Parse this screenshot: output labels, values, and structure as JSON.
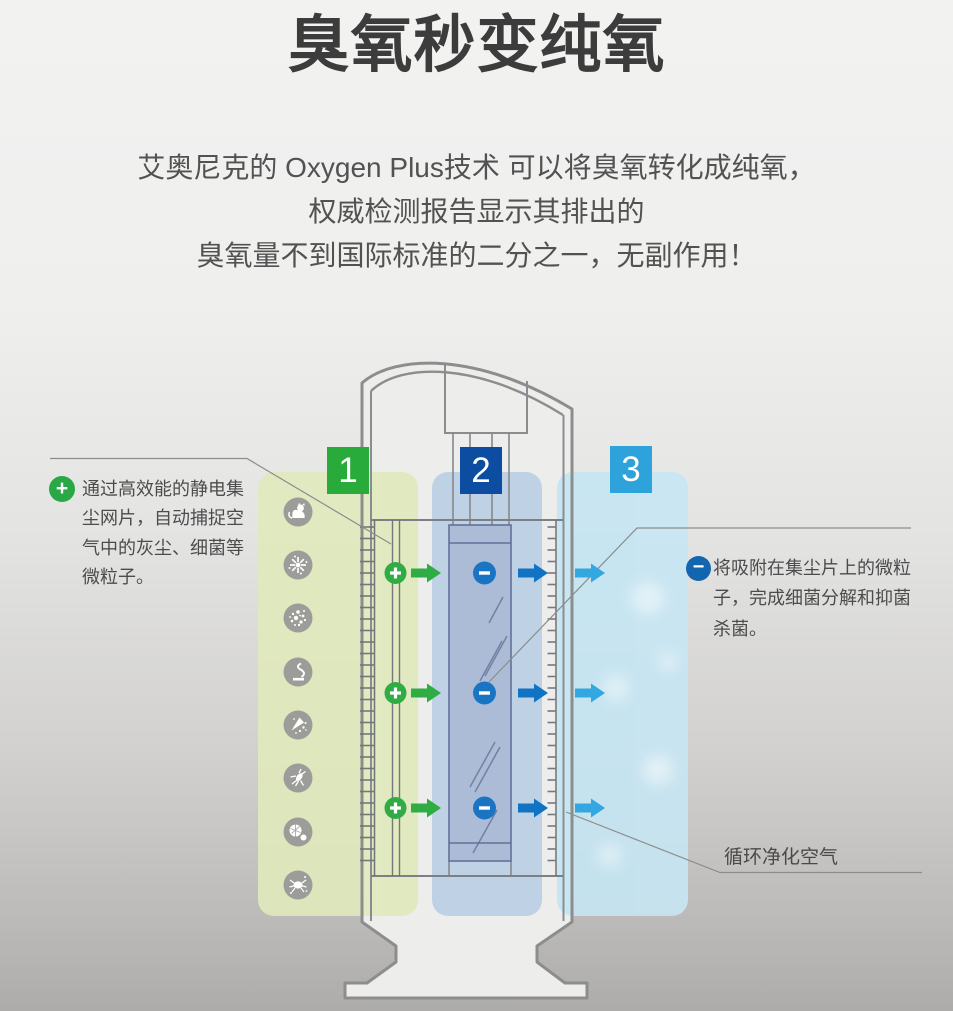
{
  "page": {
    "title": "臭氧秒变纯氧",
    "subtitle_lines": [
      "艾奥尼克的 Oxygen  Plus技术  可以将臭氧转化成纯氧，",
      "权威检测报告显示其排出的",
      "臭氧量不到国际标准的二分之一，无副作用！"
    ]
  },
  "diagram": {
    "stages": [
      {
        "label": "1",
        "badge_color": "#29ab3c",
        "panel_color": "#e0e9bc"
      },
      {
        "label": "2",
        "badge_color": "#0c4da2",
        "panel_color": "#b9cfe5"
      },
      {
        "label": "3",
        "badge_color": "#2ea3db",
        "panel_color": "#c5e6f3"
      }
    ],
    "annotations": {
      "positive": {
        "symbol": "+",
        "text": "通过高效能的静电集尘网片，自动捕捉空气中的灰尘、细菌等微粒子。"
      },
      "negative": {
        "symbol": "−",
        "text": "将吸附在集尘片上的微粒子，完成细菌分解和抑菌杀菌。"
      },
      "circulate": {
        "text": "循环净化空气"
      }
    },
    "pollutant_icons": [
      "cat-dander",
      "pollen",
      "bacteria",
      "smoke",
      "dust-burst",
      "flea",
      "mold-spores",
      "dust-mite"
    ],
    "colors": {
      "plus_green": "#2fad44",
      "minus_blue": "#1a74c4",
      "arrow_green": "#2fad44",
      "arrow_dark_blue": "#1173c4",
      "arrow_light_blue": "#33a7e0",
      "line_gray": "#8d8d8d",
      "tower_fill": "#ededec",
      "pollutant_circle_gray": "#9c9c99"
    }
  }
}
